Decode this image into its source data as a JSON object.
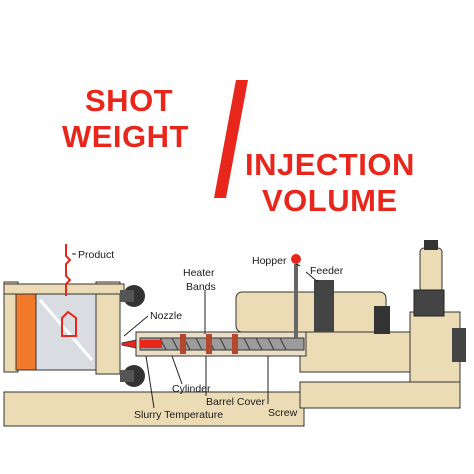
{
  "title": {
    "line1": "SHOT",
    "line2": "WEIGHT",
    "line3": "INJECTION",
    "line4": "VOLUME"
  },
  "labels": {
    "product": "Product",
    "heater_bands_1": "Heater",
    "heater_bands_2": "Bands",
    "hopper": "Hopper",
    "feeder": "Feeder",
    "nozzle": "Nozzle",
    "cylinder": "Cylinder",
    "barrel_cover": "Barrel Cover",
    "slurry_temperature": "Slurry Temperature",
    "screw": "Screw"
  },
  "colors": {
    "title_red": "#e8261c",
    "machine_cream": "#ecdcb5",
    "machine_shade": "#c9b68a",
    "mold_orange": "#f07a2a",
    "outline": "#333333"
  }
}
